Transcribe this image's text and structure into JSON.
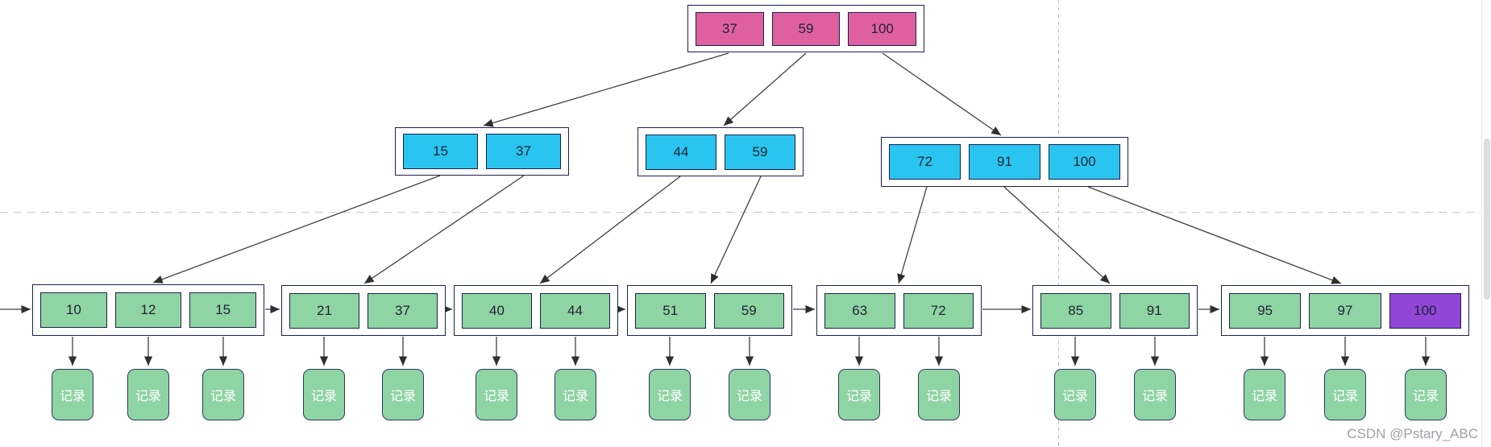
{
  "watermark": "CSDN @Pstary_ABC",
  "labels": {
    "record": "记录"
  },
  "colors": {
    "root_cell": "#df609e",
    "internal_cell": "#29c5f0",
    "leaf_cell": "#8fd4a3",
    "highlight_cell": "#9146d8",
    "node_border": "#1b2150"
  },
  "tree": {
    "root": {
      "cells": [
        "37",
        "59",
        "100"
      ]
    },
    "internal": [
      {
        "cells": [
          "15",
          "37"
        ]
      },
      {
        "cells": [
          "44",
          "59"
        ]
      },
      {
        "cells": [
          "72",
          "91",
          "100"
        ]
      }
    ],
    "leaves": [
      {
        "cells": [
          "10",
          "12",
          "15"
        ]
      },
      {
        "cells": [
          "21",
          "37"
        ]
      },
      {
        "cells": [
          "40",
          "44"
        ]
      },
      {
        "cells": [
          "51",
          "59"
        ]
      },
      {
        "cells": [
          "63",
          "72"
        ]
      },
      {
        "cells": [
          "85",
          "91"
        ]
      },
      {
        "cells": [
          "95",
          "97",
          "100"
        ]
      }
    ]
  }
}
